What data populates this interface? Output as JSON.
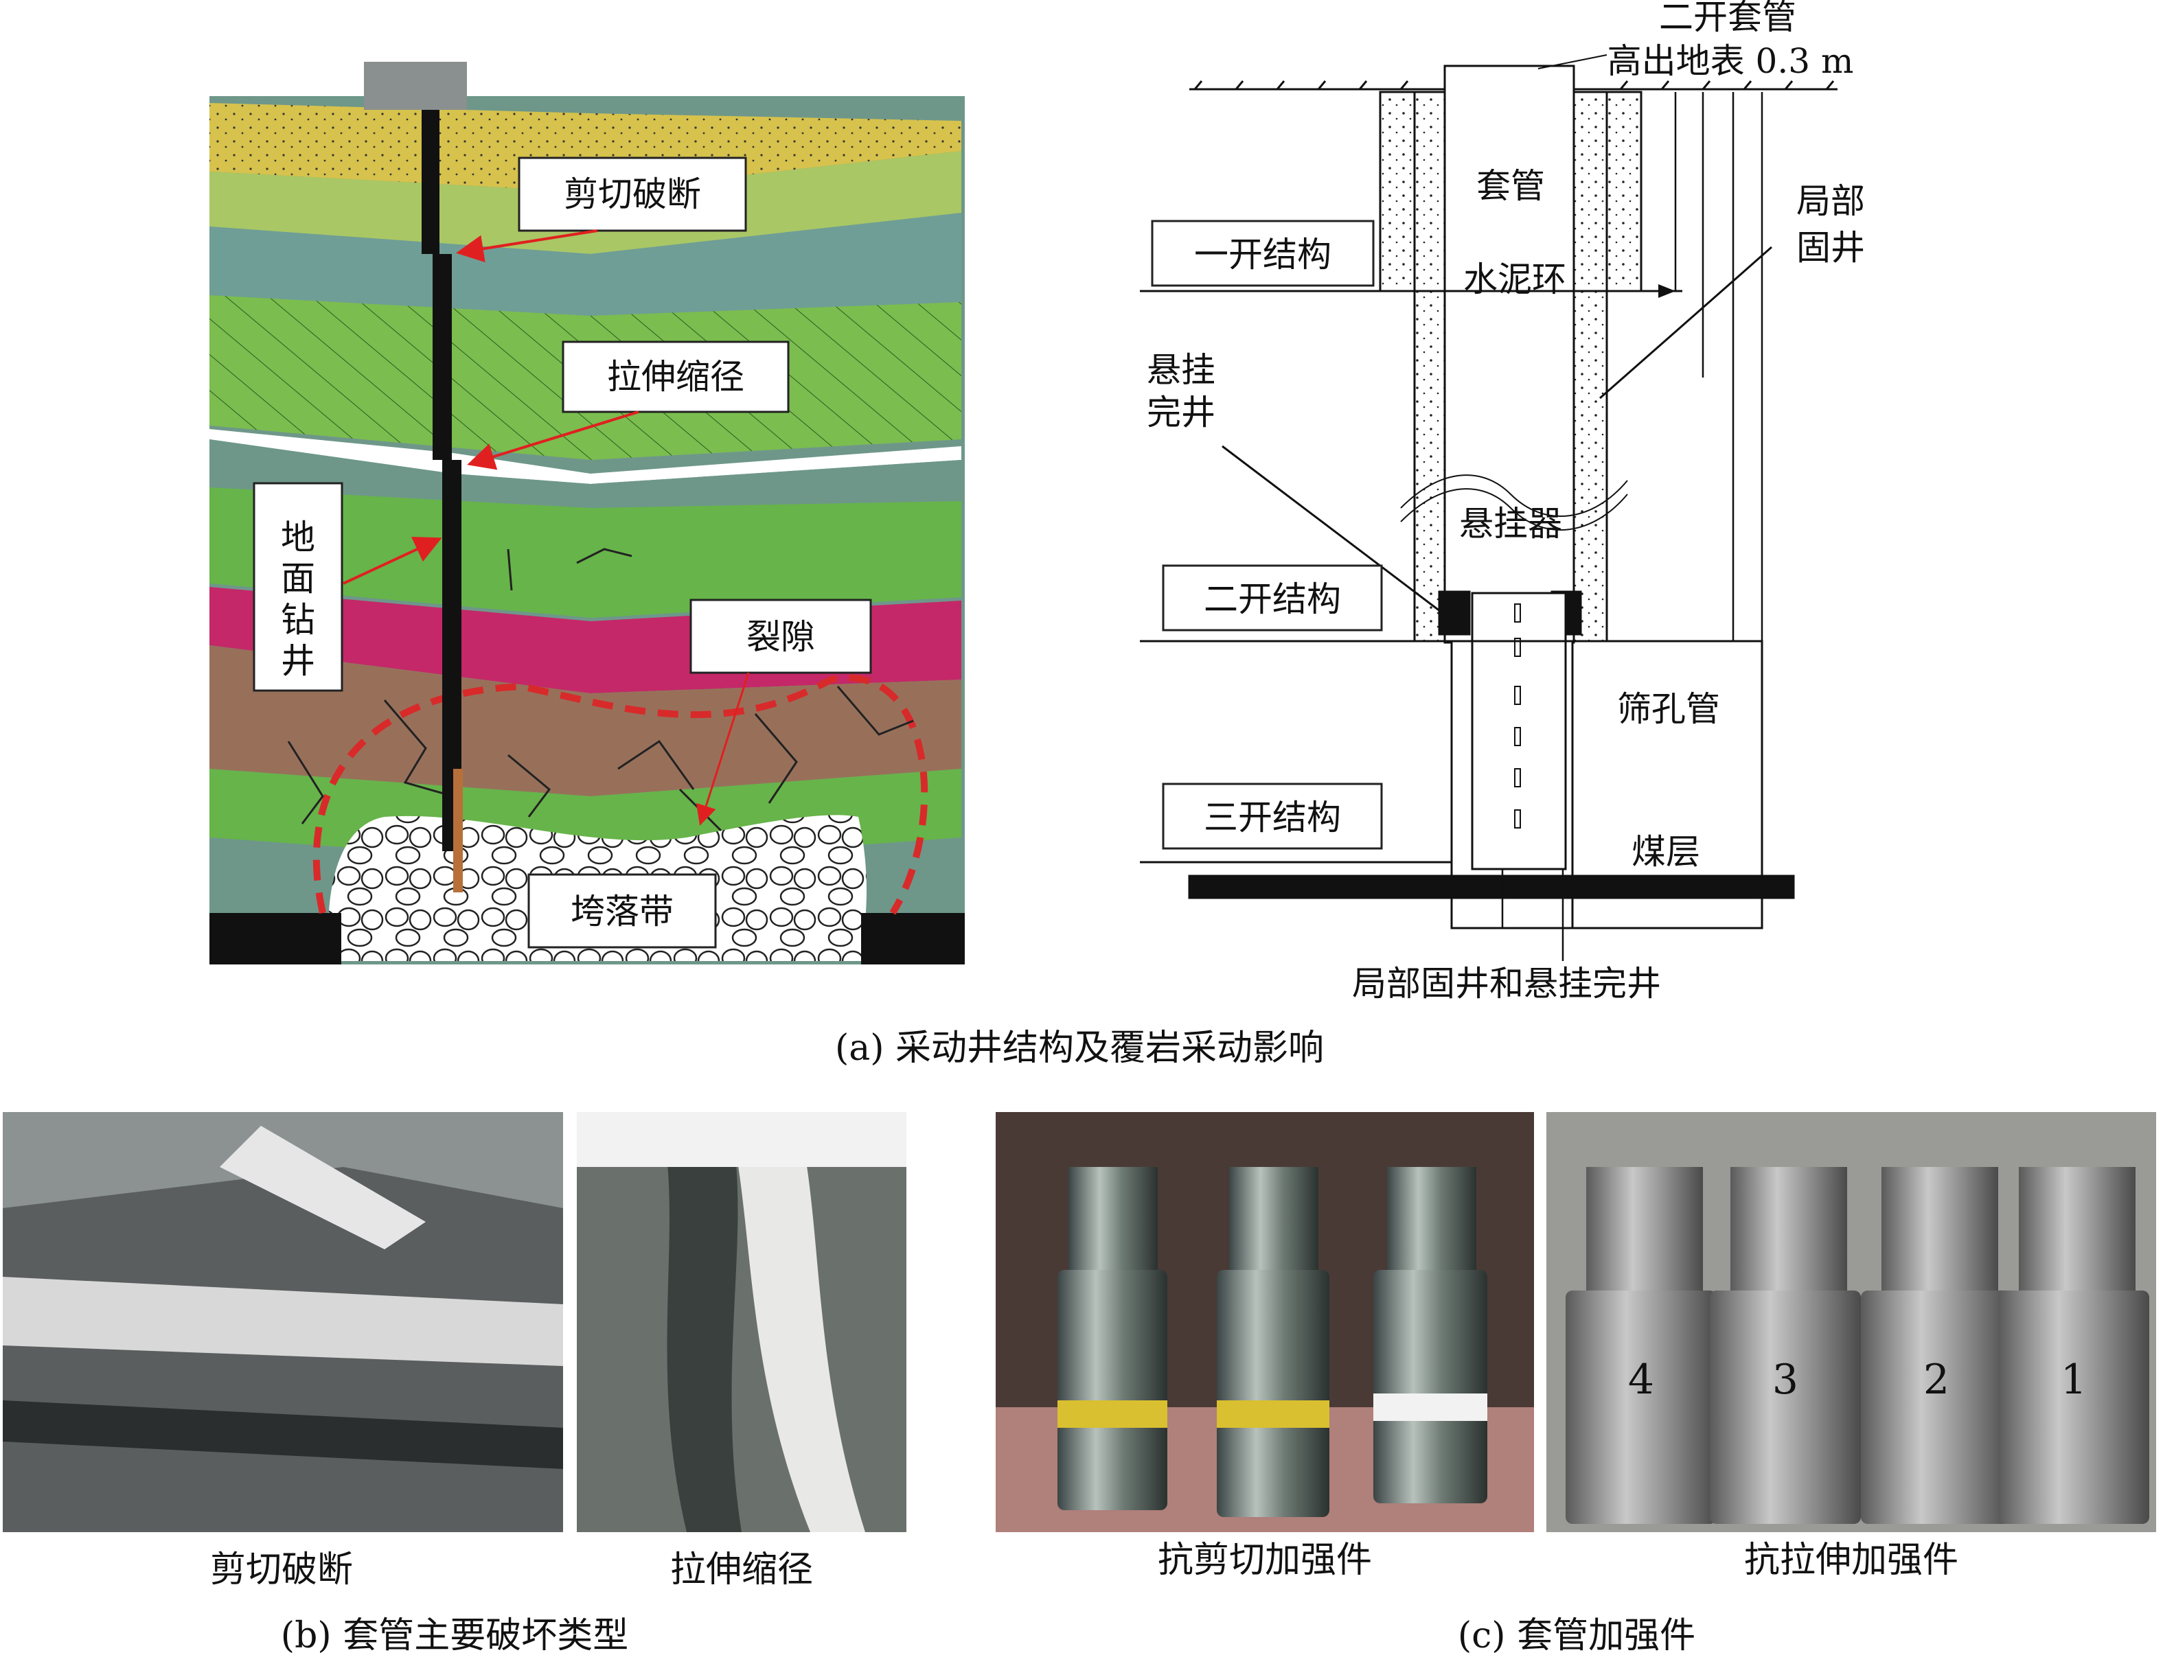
{
  "panel_a": {
    "caption": "(a) 采动井结构及覆岩采动影响",
    "geology": {
      "labels": {
        "shear": "剪切破断",
        "tensile": "拉伸缩径",
        "surface_well": [
          "地",
          "面",
          "钻",
          "井"
        ],
        "fracture": "裂隙",
        "caving_zone": "垮落带"
      },
      "colors": {
        "sand": "#d6c24c",
        "light_green": "#a9c765",
        "teal": "#6f9e97",
        "hatched_green": "#7bbd4f",
        "grey_teal": "#6e978a",
        "green": "#67b44a",
        "magenta": "#c42868",
        "brown": "#98705a",
        "arrow": "#e02020"
      }
    },
    "structure": {
      "top_note_1": "二开套管",
      "top_note_2": "高出地表 0.3 m",
      "casing": "套管",
      "partial_cementing": [
        "局部",
        "固井"
      ],
      "cement_ring": "水泥环",
      "hanging_completion": [
        "悬挂",
        "完井"
      ],
      "hanger": "悬挂器",
      "screen_pipe": "筛孔管",
      "coal_seam": "煤层",
      "bottom_note": "局部固井和悬挂完井",
      "stage1": "一开结构",
      "stage2": "二开结构",
      "stage3": "三开结构"
    }
  },
  "panel_b": {
    "caption": "(b) 套管主要破坏类型",
    "images": [
      {
        "label": "剪切破断"
      },
      {
        "label": "拉伸缩径"
      }
    ]
  },
  "panel_c": {
    "caption": "(c) 套管加强件",
    "images": [
      {
        "label": "抗剪切加强件"
      },
      {
        "label": "抗拉伸加强件",
        "numbers": [
          "4",
          "3",
          "2",
          "1"
        ]
      }
    ]
  }
}
